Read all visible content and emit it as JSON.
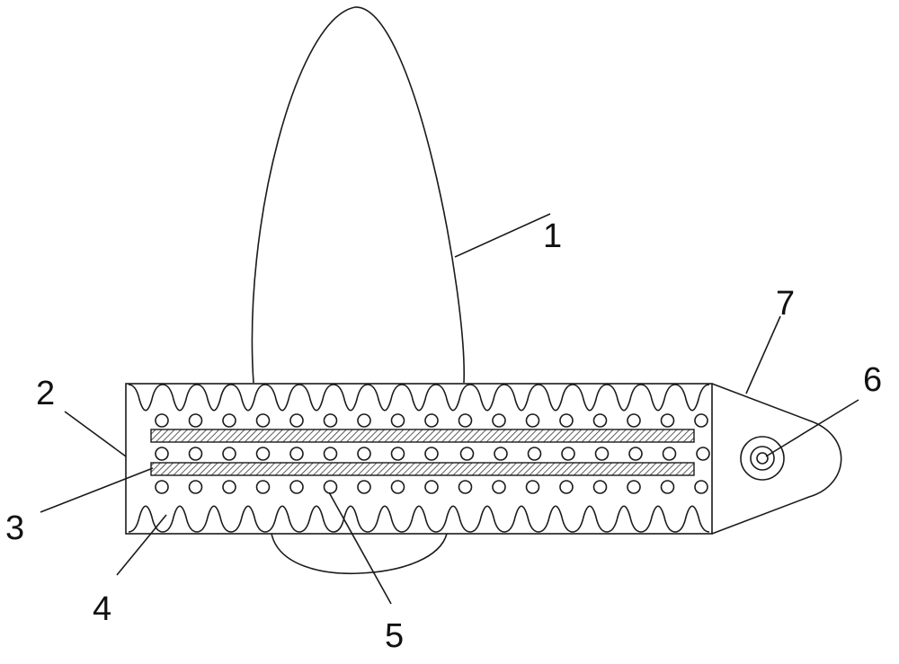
{
  "diagram": {
    "labels": [
      {
        "id": "1",
        "text": "1"
      },
      {
        "id": "2",
        "text": "2"
      },
      {
        "id": "3",
        "text": "3"
      },
      {
        "id": "4",
        "text": "4"
      },
      {
        "id": "5",
        "text": "5"
      },
      {
        "id": "6",
        "text": "6"
      },
      {
        "id": "7",
        "text": "7"
      }
    ],
    "colors": {
      "line": "#1a1a1a",
      "background": "#ffffff",
      "hatch": "#333333"
    }
  }
}
